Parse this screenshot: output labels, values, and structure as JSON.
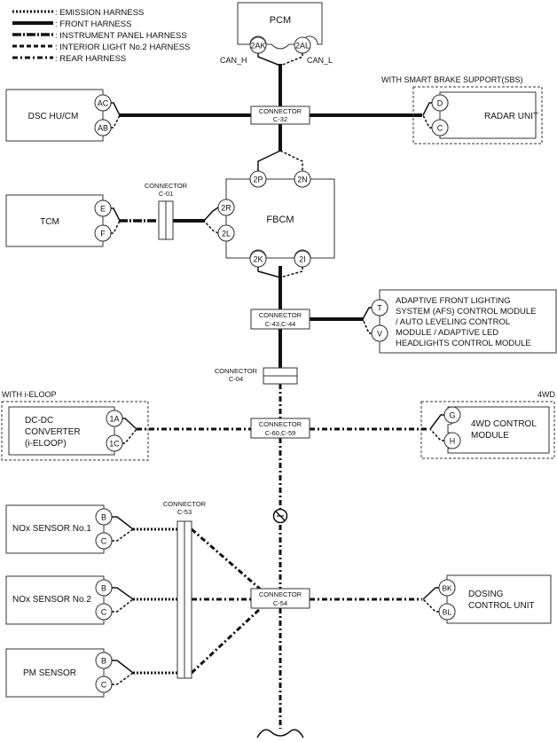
{
  "legend": {
    "emission": ": EMISSION HARNESS",
    "front": ": FRONT HARNESS",
    "instrument": ": INSTRUMENT PANEL HARNESS",
    "interior": ": INTERIOR LIGHT No.2 HARNESS",
    "rear": ": REAR HARNESS"
  },
  "pcm": {
    "label": "PCM",
    "pin_a": "2AK",
    "pin_b": "2AL",
    "can_h": "CAN_H",
    "can_l": "CAN_L"
  },
  "dsc": {
    "label": "DSC HU/CM",
    "pin_a": "AC",
    "pin_b": "AB"
  },
  "c32": {
    "title": "CONNECTOR",
    "id": "C-32"
  },
  "sbs_group": "WITH SMART BRAKE SUPPORT(SBS)",
  "radar": {
    "label": "RADAR UNIT",
    "pin_a": "D",
    "pin_b": "C"
  },
  "tcm": {
    "label": "TCM",
    "pin_a": "E",
    "pin_b": "F"
  },
  "c01": {
    "title": "CONNECTOR",
    "id": "C-01"
  },
  "fbcm": {
    "label": "FBCM",
    "pin_2p": "2P",
    "pin_2n": "2N",
    "pin_2r": "2R",
    "pin_2l": "2L",
    "pin_2k": "2K",
    "pin_2i": "2I"
  },
  "c43": {
    "title": "CONNECTOR",
    "id": "C-43,C-44"
  },
  "afs": {
    "line1": "ADAPTIVE FRONT LIGHTING",
    "line2": "SYSTEM (AFS) CONTROL MODULE",
    "line3": "/ AUTO LEVELING CONTROL",
    "line4": "MODULE / ADAPTIVE LED",
    "line5": "HEADLIGHTS CONTROL MODULE",
    "pin_a": "T",
    "pin_b": "V"
  },
  "c04": {
    "title": "CONNECTOR",
    "id": "C-04"
  },
  "eloop_group": "WITH i-ELOOP",
  "dcdc": {
    "line1": "DC-DC",
    "line2": "CONVERTER",
    "line3": "(i-ELOOP)",
    "pin_a": "1A",
    "pin_b": "1C"
  },
  "c60": {
    "title": "CONNECTOR",
    "id": "C-60,C-59"
  },
  "wd_group": "4WD",
  "fwd": {
    "line1": "4WD CONTROL",
    "line2": "MODULE",
    "pin_a": "G",
    "pin_b": "H"
  },
  "c53": {
    "title": "CONNECTOR",
    "id": "C-53"
  },
  "nox1": {
    "label": "NOx SENSOR No.1",
    "pin_a": "B",
    "pin_b": "C"
  },
  "nox2": {
    "label": "NOx SENSOR No.2",
    "pin_a": "B",
    "pin_b": "C"
  },
  "pm": {
    "label": "PM SENSOR",
    "pin_a": "B",
    "pin_b": "C"
  },
  "c54": {
    "title": "CONNECTOR",
    "id": "C-54"
  },
  "dosing": {
    "line1": "DOSING",
    "line2": "CONTROL UNIT",
    "pin_a": "BK",
    "pin_b": "BL"
  },
  "ground_symbol": "ground-terminator-icon"
}
